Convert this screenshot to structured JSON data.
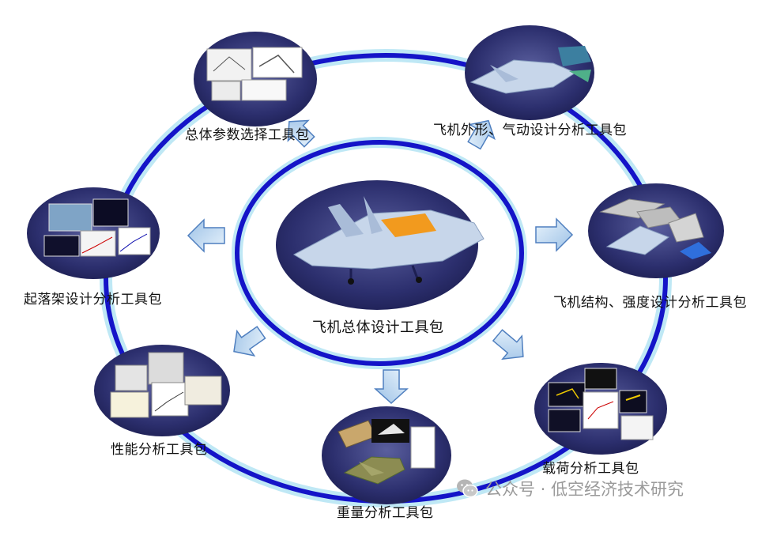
{
  "diagram": {
    "center": {
      "label": "飞机总体设计工具包"
    },
    "nodes": [
      {
        "id": "overall-params",
        "label": "总体参数选择工具包"
      },
      {
        "id": "shape-aero",
        "label": "飞机外形、气动设计分析工具包"
      },
      {
        "id": "structure-strength",
        "label": "飞机结构、强度设计分析工具包"
      },
      {
        "id": "load",
        "label": "载荷分析工具包"
      },
      {
        "id": "weight",
        "label": "重量分析工具包"
      },
      {
        "id": "performance",
        "label": "性能分析工具包"
      },
      {
        "id": "landing-gear",
        "label": "起落架设计分析工具包"
      }
    ],
    "colors": {
      "ring": "#1414c8",
      "ring_glow": "#bfe8f5",
      "node_bg": "#2c2f6e",
      "arrow_fill": "#b7d4ef",
      "arrow_stroke": "#4f7fbf",
      "aircraft": "#c7d6ea",
      "accent_wing": "#f29a1e"
    }
  },
  "watermark": {
    "icon": "wechat-icon",
    "text": "公众号 · 低空经济技术研究"
  }
}
